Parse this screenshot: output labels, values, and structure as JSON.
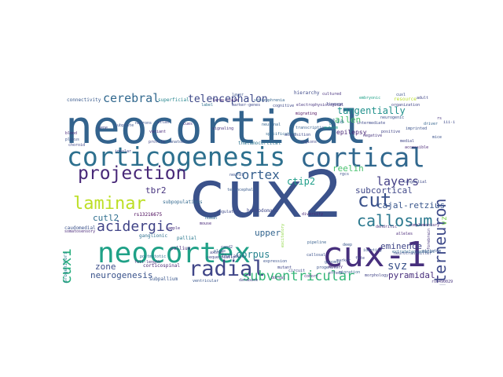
{
  "wordcloud": {
    "words": [
      {
        "text": "neocortical",
        "color": "#33638d"
      },
      {
        "text": "cux2",
        "color": "#3b528b"
      },
      {
        "text": "cux-1",
        "color": "#472f7d"
      },
      {
        "text": "corticogenesis",
        "color": "#2d708e"
      },
      {
        "text": "cortical",
        "color": "#31688e"
      },
      {
        "text": "neocortex",
        "color": "#1fa187"
      },
      {
        "text": "projection",
        "color": "#482878"
      },
      {
        "text": "laminar",
        "color": "#bddf26"
      },
      {
        "text": "cut",
        "color": "#3b528b"
      },
      {
        "text": "radial",
        "color": "#404688"
      },
      {
        "text": "cux1",
        "color": "#29af7f"
      },
      {
        "text": "acidergic",
        "color": "#414487"
      },
      {
        "text": "callosum",
        "color": "#2a788e"
      },
      {
        "text": "interneuron",
        "color": "#3e4a89"
      },
      {
        "text": "subventricular",
        "color": "#35b779"
      },
      {
        "text": "cerebral",
        "color": "#31688e"
      },
      {
        "text": "cortex",
        "color": "#355f8d"
      },
      {
        "text": "layers",
        "color": "#433e85"
      },
      {
        "text": "svz",
        "color": "#3b528b"
      },
      {
        "text": "telencephalon",
        "color": "#3e4989"
      },
      {
        "text": "tangentially",
        "color": "#21918c"
      },
      {
        "text": "reelin",
        "color": "#48c16e"
      },
      {
        "text": "cajal-retzius",
        "color": "#39568c"
      },
      {
        "text": "ctip2",
        "color": "#1f9e89"
      },
      {
        "text": "tbr2",
        "color": "#46337e"
      },
      {
        "text": "cutl2",
        "color": "#2e6e8e"
      },
      {
        "text": "subcortical",
        "color": "#3f4788"
      },
      {
        "text": "eminence",
        "color": "#404688"
      },
      {
        "text": "upper",
        "color": "#32648e"
      },
      {
        "text": "corpus",
        "color": "#26828e"
      },
      {
        "text": "neurogenesis",
        "color": "#3a538b"
      },
      {
        "text": "zone",
        "color": "#3d4e8a"
      },
      {
        "text": "pyramidal.",
        "color": "#472d7b"
      },
      {
        "text": "allen",
        "color": "#4ac16d"
      },
      {
        "text": "glia",
        "color": "#2c728e"
      },
      {
        "text": "epilepsy",
        "color": "#482576"
      },
      {
        "text": "superficial",
        "color": "#25858e"
      },
      {
        "text": "hierarchy",
        "color": "#3e4989"
      },
      {
        "text": "vz",
        "color": "#7ad151"
      },
      {
        "text": "connectivity",
        "color": "#38598c"
      },
      {
        "text": "progenitors",
        "color": "#287c8e"
      },
      {
        "text": "ganglionic",
        "color": "#2d708e"
      },
      {
        "text": "pallium",
        "color": "#472a7a"
      },
      {
        "text": "pallial",
        "color": "#2a788e"
      },
      {
        "text": "thalamic",
        "color": "#414487"
      },
      {
        "text": "subpopulations",
        "color": "#31688e"
      },
      {
        "text": "rs13216675",
        "color": "#440154"
      },
      {
        "text": "caudomedial",
        "color": "#3b528b"
      },
      {
        "text": "rs6490029",
        "color": "#46337e"
      },
      {
        "text": "subpallium",
        "color": "#39568c"
      },
      {
        "text": "corticospinal",
        "color": "#482475"
      },
      {
        "text": "homeodomain",
        "color": "#3f4889"
      },
      {
        "text": "thalamocortical",
        "color": "#2c728e"
      },
      {
        "text": "postmitotic",
        "color": "#2d708e"
      },
      {
        "text": "cand2",
        "color": "#3e4989"
      },
      {
        "text": "axonal",
        "color": "#433d84"
      },
      {
        "text": "full-length",
        "color": "#472f7d"
      },
      {
        "text": "excitatory",
        "color": "#8fd744"
      },
      {
        "text": "callosal",
        "color": "#3b528b"
      },
      {
        "text": "medial",
        "color": "#404688"
      },
      {
        "text": "deep",
        "color": "#39568c"
      },
      {
        "text": "pipeline",
        "color": "#355f8d"
      },
      {
        "text": "telencephalic",
        "color": "#38598c"
      },
      {
        "text": "neural",
        "color": "#3b528b"
      },
      {
        "text": "somatosensory",
        "color": "#482878"
      },
      {
        "text": "ventricular",
        "color": "#39568c"
      },
      {
        "text": "dorsal",
        "color": "#472f7d"
      },
      {
        "text": "neurotransmitter",
        "color": "#3e4a89"
      },
      {
        "text": "extratelencephalic",
        "color": "#31688e"
      },
      {
        "text": "forebrain",
        "color": "#46337e"
      },
      {
        "text": "sequentially",
        "color": "#3f4788"
      },
      {
        "text": "diversity",
        "color": "#482878"
      },
      {
        "text": "plate",
        "color": "#33638d"
      },
      {
        "text": "migrating",
        "color": "#440154"
      },
      {
        "text": "subplate",
        "color": "#3b528b"
      },
      {
        "text": "electrophysiological",
        "color": "#46337e"
      },
      {
        "text": "transcription",
        "color": "#355f8d"
      },
      {
        "text": "intermediate",
        "color": "#3e4989"
      },
      {
        "text": "organization",
        "color": "#414487"
      },
      {
        "text": "neurogenic",
        "color": "#3b528b"
      },
      {
        "text": "resource",
        "color": "#b8de29"
      },
      {
        "text": "alleles",
        "color": "#482878"
      },
      {
        "text": "cuxl",
        "color": "#3b528b"
      },
      {
        "text": "lineage",
        "color": "#404688"
      },
      {
        "text": "cognitive",
        "color": "#3e4989"
      },
      {
        "text": "driver",
        "color": "#33638d"
      },
      {
        "text": "label",
        "color": "#2d708e"
      },
      {
        "text": "cultured",
        "color": "#472f7d"
      },
      {
        "text": "embryonic",
        "color": "#1fa187"
      },
      {
        "text": "rgcs",
        "color": "#3b528b"
      },
      {
        "text": "rs",
        "color": "#46337e"
      },
      {
        "text": "iii-iv",
        "color": "#3e4989"
      },
      {
        "text": "insular",
        "color": "#414487"
      },
      {
        "text": "striatum",
        "color": "#39568c"
      },
      {
        "text": "blood",
        "color": "#482878"
      },
      {
        "text": "cues",
        "color": "#472f7d"
      },
      {
        "text": "layer",
        "color": "#3b528b"
      },
      {
        "text": "adult",
        "color": "#404688"
      },
      {
        "text": "tangential",
        "color": "#3e4989"
      },
      {
        "text": "neuronal",
        "color": "#33638d"
      },
      {
        "text": "specification",
        "color": "#31688e"
      },
      {
        "text": "accessible",
        "color": "#482475"
      },
      {
        "text": "dendritic",
        "color": "#46337e"
      },
      {
        "text": "identity",
        "color": "#3b528b"
      },
      {
        "text": "fate",
        "color": "#404688"
      },
      {
        "text": "marker",
        "color": "#3e4989"
      },
      {
        "text": "complementary",
        "color": "#482878"
      },
      {
        "text": "genomic",
        "color": "#39568c"
      },
      {
        "text": "progenitor",
        "color": "#3b528b"
      },
      {
        "text": "migration",
        "color": "#33638d"
      },
      {
        "text": "morphology",
        "color": "#414487"
      },
      {
        "text": "cohort",
        "color": "#46337e"
      },
      {
        "text": "circuit",
        "color": "#3e4989"
      },
      {
        "text": "mutant",
        "color": "#404688"
      },
      {
        "text": "expression",
        "color": "#3b528b"
      },
      {
        "text": "mouse",
        "color": "#482878"
      },
      {
        "text": "human",
        "color": "#31688e"
      },
      {
        "text": "regulatory",
        "color": "#3e4989"
      },
      {
        "text": "sample",
        "color": "#472f7d"
      },
      {
        "text": "database",
        "color": "#414487"
      },
      {
        "text": "anatomical",
        "color": "#3b528b"
      },
      {
        "text": "profile",
        "color": "#404688"
      },
      {
        "text": "signaling",
        "color": "#46337e"
      },
      {
        "text": "atlas",
        "color": "#3e4989"
      },
      {
        "text": "variant",
        "color": "#482878"
      },
      {
        "text": "neurons",
        "color": "#3b528b"
      },
      {
        "text": "gene",
        "color": "#404688"
      },
      {
        "text": "marker-genes",
        "color": "#3e4989"
      },
      {
        "text": "large-scale",
        "color": "#482878"
      },
      {
        "text": "schizophrenia",
        "color": "#33638d"
      },
      {
        "text": "autism",
        "color": "#1fa187"
      },
      {
        "text": "acquisition",
        "color": "#3e4989"
      },
      {
        "text": "regions",
        "color": "#404688"
      },
      {
        "text": "imprinted",
        "color": "#3b528b"
      },
      {
        "text": "negative",
        "color": "#46337e"
      },
      {
        "text": "positive",
        "color": "#414487"
      },
      {
        "text": "plexus",
        "color": "#3b528b"
      },
      {
        "text": "choroid",
        "color": "#404688"
      },
      {
        "text": "memory",
        "color": "#482878"
      },
      {
        "text": "effect",
        "color": "#3e4989"
      },
      {
        "text": "mice",
        "color": "#3b528b"
      }
    ]
  }
}
